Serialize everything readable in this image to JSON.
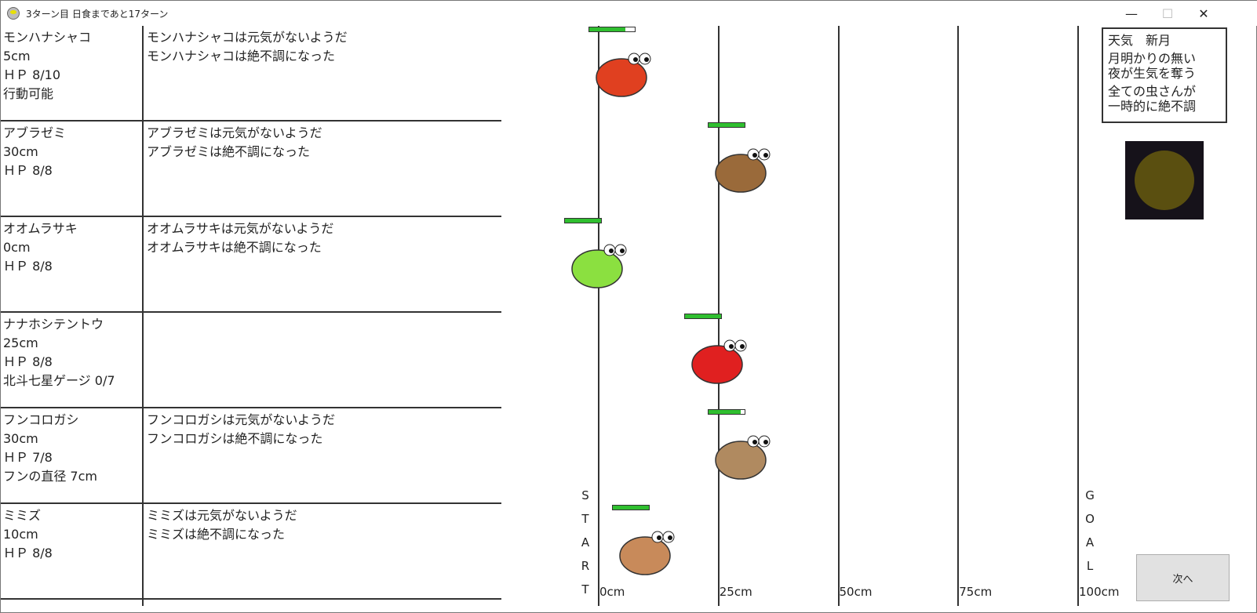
{
  "window": {
    "title": "3ターン目 日食まであと17ターン",
    "minimize": "—",
    "maximize": "☐",
    "close": "✕"
  },
  "insects": [
    {
      "name": "モンハナシャコ",
      "distance": "5cm",
      "hp": "ＨＰ 8/10",
      "extra": "行動可能",
      "log": [
        "モンハナシャコは元気がないようだ",
        "モンハナシャコは絶不調になった"
      ],
      "cm": 5,
      "hp_cur": 8,
      "hp_max": 10,
      "color": "#e04020"
    },
    {
      "name": "アブラゼミ",
      "distance": "30cm",
      "hp": "ＨＰ 8/8",
      "extra": "",
      "log": [
        "アブラゼミは元気がないようだ",
        "アブラゼミは絶不調になった"
      ],
      "cm": 30,
      "hp_cur": 8,
      "hp_max": 8,
      "color": "#9a6a3a"
    },
    {
      "name": "オオムラサキ",
      "distance": "0cm",
      "hp": "ＨＰ 8/8",
      "extra": "",
      "log": [
        "オオムラサキは元気がないようだ",
        "オオムラサキは絶不調になった"
      ],
      "cm": 0,
      "hp_cur": 8,
      "hp_max": 8,
      "color": "#8be040"
    },
    {
      "name": "ナナホシテントウ",
      "distance": "25cm",
      "hp": "ＨＰ 8/8",
      "extra": "北斗七星ゲージ 0/7",
      "log": [
        "",
        ""
      ],
      "cm": 25,
      "hp_cur": 8,
      "hp_max": 8,
      "color": "#e02020"
    },
    {
      "name": "フンコロガシ",
      "distance": "30cm",
      "hp": "ＨＰ 7/8",
      "extra": "フンの直径 7cm",
      "log": [
        "フンコロガシは元気がないようだ",
        "フンコロガシは絶不調になった"
      ],
      "cm": 30,
      "hp_cur": 7,
      "hp_max": 8,
      "color": "#b08a60"
    },
    {
      "name": "ミミズ",
      "distance": "10cm",
      "hp": "ＨＰ 8/8",
      "extra": "",
      "log": [
        "ミミズは元気がないようだ",
        "ミミズは絶不調になった"
      ],
      "cm": 10,
      "hp_cur": 8,
      "hp_max": 8,
      "color": "#c88a5a"
    }
  ],
  "track": {
    "labels": [
      "0cm",
      "25cm",
      "50cm",
      "75cm",
      "100cm"
    ],
    "start": [
      "S",
      "T",
      "A",
      "R",
      "T"
    ],
    "goal": [
      "G",
      "O",
      "A",
      "L"
    ]
  },
  "weather": {
    "title": "天気　新月",
    "line1": "月明かりの無い",
    "line2": "夜が生気を奪う",
    "line3": "全ての虫さんが",
    "line4": "一時的に絶不調"
  },
  "next_button": "次へ"
}
